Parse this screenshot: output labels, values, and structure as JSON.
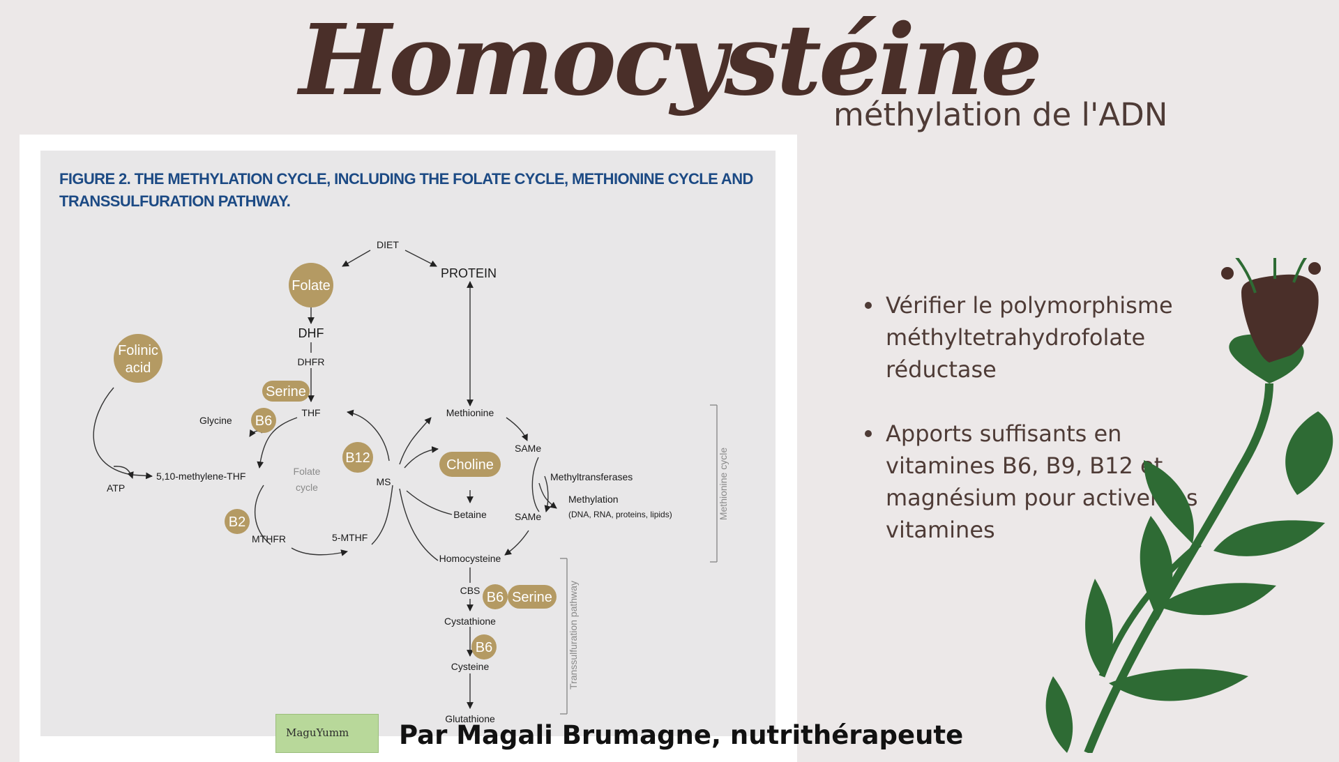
{
  "header": {
    "title": "Homocystéine",
    "subtitle": "méthylation de l'ADN"
  },
  "figure": {
    "caption": "FIGURE 2. THE METHYLATION CYCLE, INCLUDING THE FOLATE CYCLE, METHIONINE CYCLE AND TRANSSULFURATION PATHWAY.",
    "nodes": {
      "diet": "DIET",
      "protein": "PROTEIN",
      "dhf": "DHF",
      "dhfr": "DHFR",
      "thf": "THF",
      "glycine": "Glycine",
      "methylene_thf": "5,10-methylene-THF",
      "atp": "ATP",
      "mthfr": "MTHFR",
      "five_mthf": "5-MTHF",
      "folate_cycle_1": "Folate",
      "folate_cycle_2": "cycle",
      "ms": "MS",
      "methionine": "Methionine",
      "same_top": "SAMe",
      "methyltransferases": "Methyltransferases",
      "methylation": "Methylation",
      "methylation_targets": "(DNA, RNA, proteins, lipids)",
      "same_bottom": "SAMe",
      "betaine": "Betaine",
      "homocysteine": "Homocysteine",
      "cbs": "CBS",
      "cystathione": "Cystathione",
      "cysteine": "Cysteine",
      "glutathione": "Glutathione",
      "methionine_cycle": "Methionine cycle",
      "transsulfuration_pathway": "Transsulfuration pathway"
    },
    "badges": {
      "folate": "Folate",
      "folinic_1": "Folinic",
      "folinic_2": "acid",
      "serine_top": "Serine",
      "b6_glycine": "B6",
      "b12": "B12",
      "choline": "Choline",
      "b2": "B2",
      "b6_cbs": "B6",
      "serine_cbs": "Serine",
      "b6_cyst": "B6"
    }
  },
  "bullets": [
    "Vérifier le polymorphisme méthyltetrahydrofolate réductase",
    "Apports suffisants en vitamines B6, B9, B12 et magnésium pour activer les vitamines"
  ],
  "footer": {
    "logo_text": "MaguYumm",
    "credit": "Par Magali Brumagne, nutrithérapeute"
  },
  "colors": {
    "brand_brown": "#4a2f29",
    "badge_gold": "#b49a63",
    "caption_blue": "#1c4a84",
    "leaf_green": "#2e6b34"
  }
}
